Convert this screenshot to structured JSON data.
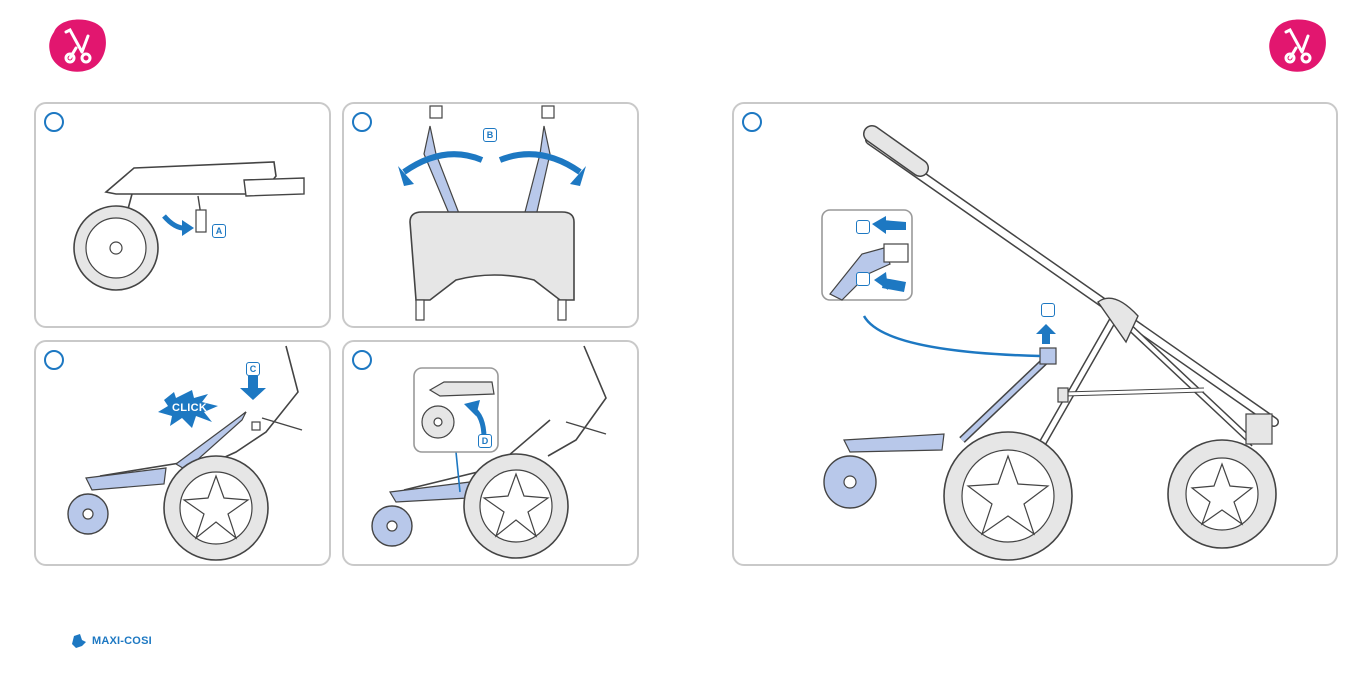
{
  "colors": {
    "badge": "#e2166f",
    "accent": "#1d78c2",
    "part_fill": "#b8c8ea",
    "frame": "#444444"
  },
  "badges": {
    "left_icon": "stroller-icon",
    "right_icon": "stroller-icon"
  },
  "panels": [
    {
      "id": "step-1",
      "label": "A"
    },
    {
      "id": "step-2",
      "label": "B"
    },
    {
      "id": "step-3",
      "label": "C",
      "burst_text": "CLICK"
    },
    {
      "id": "step-4",
      "label": "D"
    },
    {
      "id": "step-5",
      "label": ""
    }
  ],
  "brand": {
    "logo_text": "MAXI-COSI",
    "logo_icon": "maxi-cosi-logo-icon"
  }
}
